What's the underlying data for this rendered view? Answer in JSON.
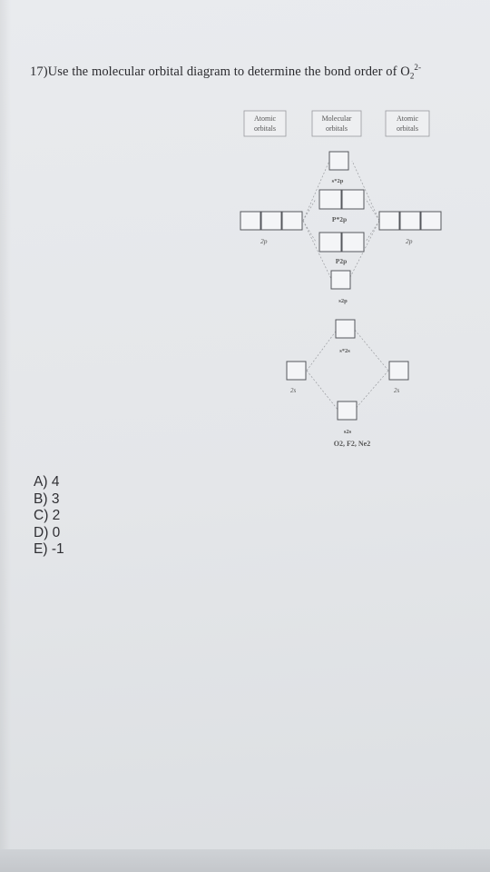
{
  "question": {
    "number_and_text": "17)Use the molecular orbital diagram to determine the bond order of O",
    "subscript": "2",
    "superscript": "2-"
  },
  "diagram": {
    "header_left": [
      "Atomic",
      "orbitals"
    ],
    "header_center": [
      "Molecular",
      "orbitals"
    ],
    "header_right": [
      "Atomic",
      "orbitals"
    ],
    "label_2p_left": "2p",
    "label_2p_right": "2p",
    "label_sigma_star_2p": "s*2p",
    "label_pi_star_2p": "P*2p",
    "label_pi_2p": "P2p",
    "label_sigma_2p": "s2p",
    "label_sigma_star_2s": "s*2s",
    "label_2s_left": "2s",
    "label_2s_right": "2s",
    "label_sigma_2s": "s2s",
    "caption": "O2, F2, Ne2"
  },
  "answers": [
    {
      "letter": "A)",
      "value": "4"
    },
    {
      "letter": "B)",
      "value": "3"
    },
    {
      "letter": "C)",
      "value": "2"
    },
    {
      "letter": "D)",
      "value": "0"
    },
    {
      "letter": "E)",
      "value": "-1"
    }
  ]
}
